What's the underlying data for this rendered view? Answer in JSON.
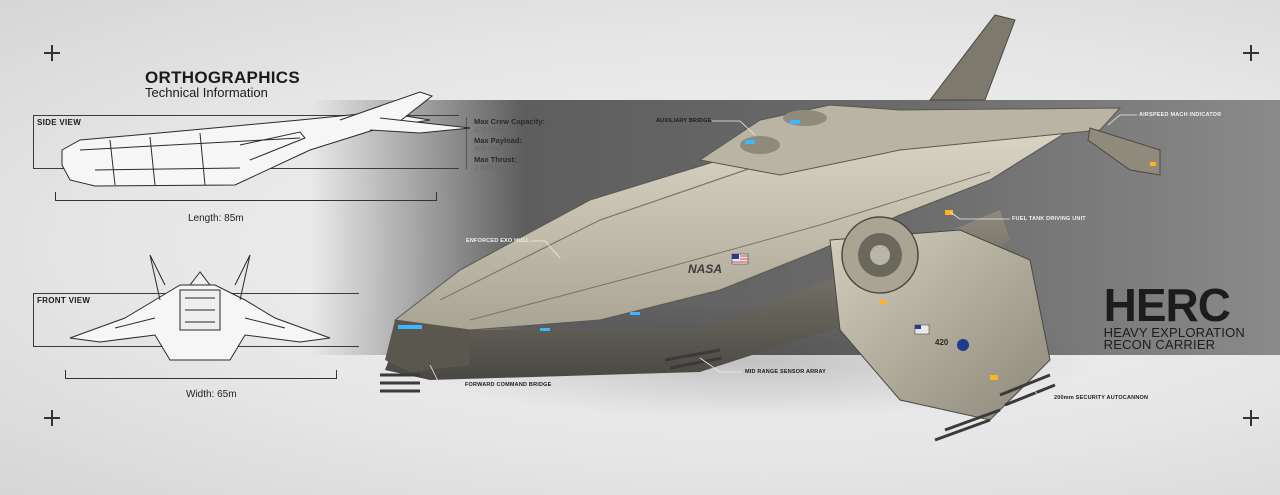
{
  "header": {
    "title": "ORTHOGRAPHICS",
    "subtitle": "Technical Information"
  },
  "side_view": {
    "label": "SIDE VIEW",
    "dimension": "Length: 85m"
  },
  "front_view": {
    "label": "FRONT VIEW",
    "dimension": "Width: 65m"
  },
  "specs": [
    {
      "key": "Max Crew Capacity:",
      "value": "125 Humans"
    },
    {
      "key": "Max Payload:",
      "value": "400 000 kg"
    },
    {
      "key": "Max Thrust:",
      "value": "2 800 000 lbf"
    }
  ],
  "callouts": {
    "auxiliary_bridge": "AUXILIARY BRIDGE",
    "airspeed": "AIRSPEED MACH INDICATOR",
    "fuel_tank": "FUEL TANK DRIVING UNIT",
    "exo_hull": "ENFORCED EXO HULL",
    "forward_bridge": "FORWARD COMMAND BRIDGE",
    "sensor_array": "MID RANGE SENSOR ARRAY",
    "autocannon": "200mm SECURITY AUTOCANNON"
  },
  "ship_markings": {
    "agency": "NASA",
    "wing_number": "420"
  },
  "product": {
    "name": "HERC",
    "line1": "HEAVY EXPLORATION",
    "line2": "RECON CARRIER"
  },
  "colors": {
    "band": "#666666",
    "hull": "#cfcab9",
    "hull_shade": "#8f8a7c",
    "glow_blue": "#3fb4ff",
    "glow_amber": "#ffb11f"
  }
}
